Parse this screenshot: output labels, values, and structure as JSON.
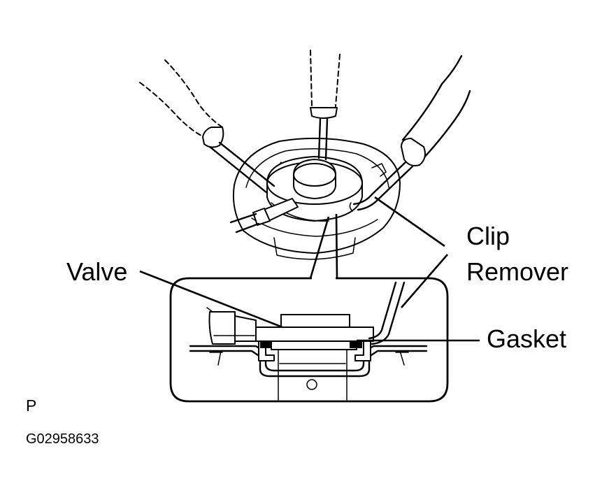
{
  "labels": {
    "valve": "Valve",
    "clip": "Clip",
    "remover": "Remover",
    "gasket": "Gasket",
    "view_code": "P",
    "figure_id": "G02958633"
  },
  "colors": {
    "ink": "#000000",
    "paper": "#ffffff"
  }
}
